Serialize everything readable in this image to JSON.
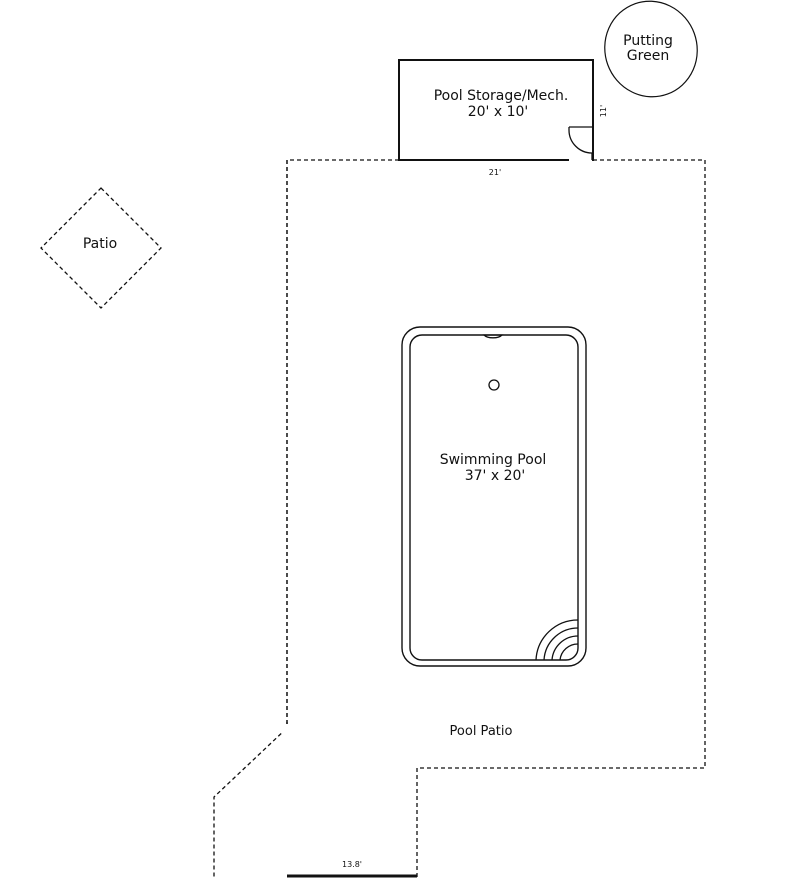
{
  "labels": {
    "putting_green_line1": "Putting",
    "putting_green_line2": "Green",
    "storage_name": "Pool Storage/Mech.",
    "storage_size": "20' x 10'",
    "storage_height_dim": "11'",
    "storage_width_dim": "21'",
    "patio": "Patio",
    "pool_name": "Swimming Pool",
    "pool_size": "37' x 20'",
    "pool_patio": "Pool Patio",
    "bottom_dim": "13.8'"
  },
  "colors": {
    "line": "#111111",
    "background": "#ffffff"
  }
}
